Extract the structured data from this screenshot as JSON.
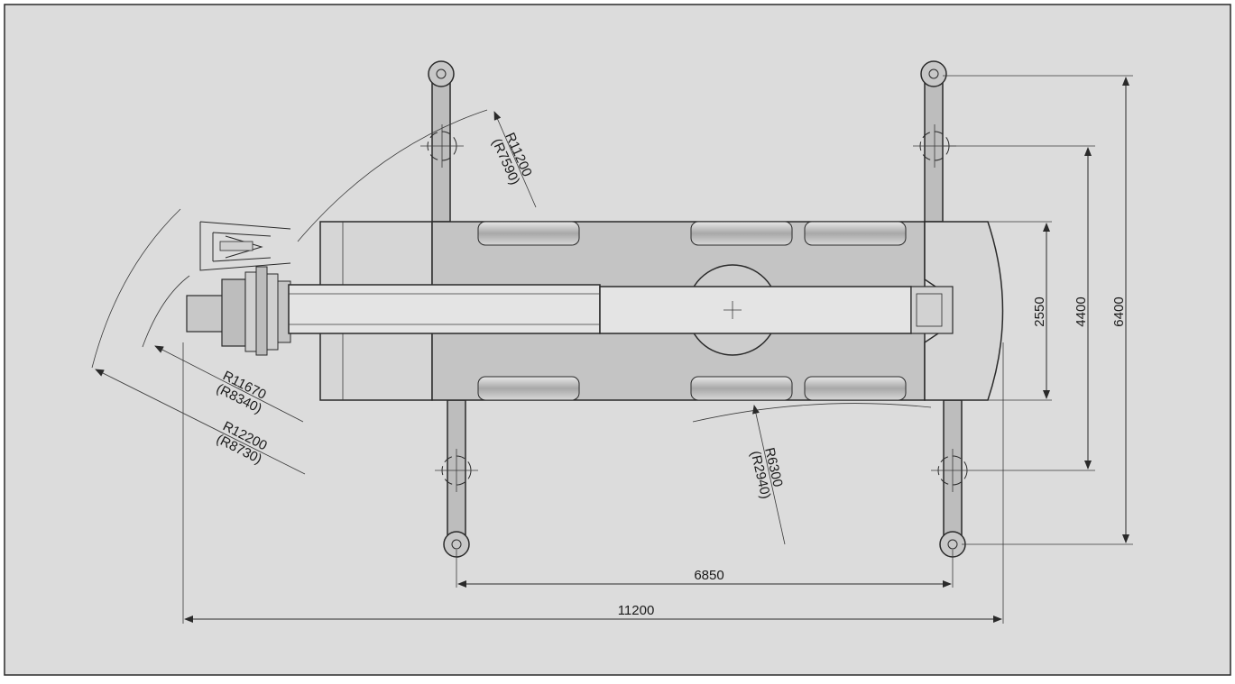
{
  "colors": {
    "background": "#dcdcdc",
    "frame": "#2a2a2a",
    "chassis": "#c4c4c4",
    "cab": "#d6d6d6",
    "boom": "#e4e4e4",
    "wheel": "#b0b0b0",
    "outrigger": "#bdbdbd"
  },
  "dimensions": {
    "width_2550": "2550",
    "width_4400": "4400",
    "width_6400": "6400",
    "outrigger_base_6850": "6850",
    "overall_11200": "11200"
  },
  "radii": {
    "r_top_main": "R11200",
    "r_top_alt": "(R7590)",
    "r_mid_main": "R11670",
    "r_mid_alt": "(R8340)",
    "r_outer_main": "R12200",
    "r_outer_alt": "(R8730)",
    "r_bottom_main": "R6300",
    "r_bottom_alt": "(R2940)"
  }
}
